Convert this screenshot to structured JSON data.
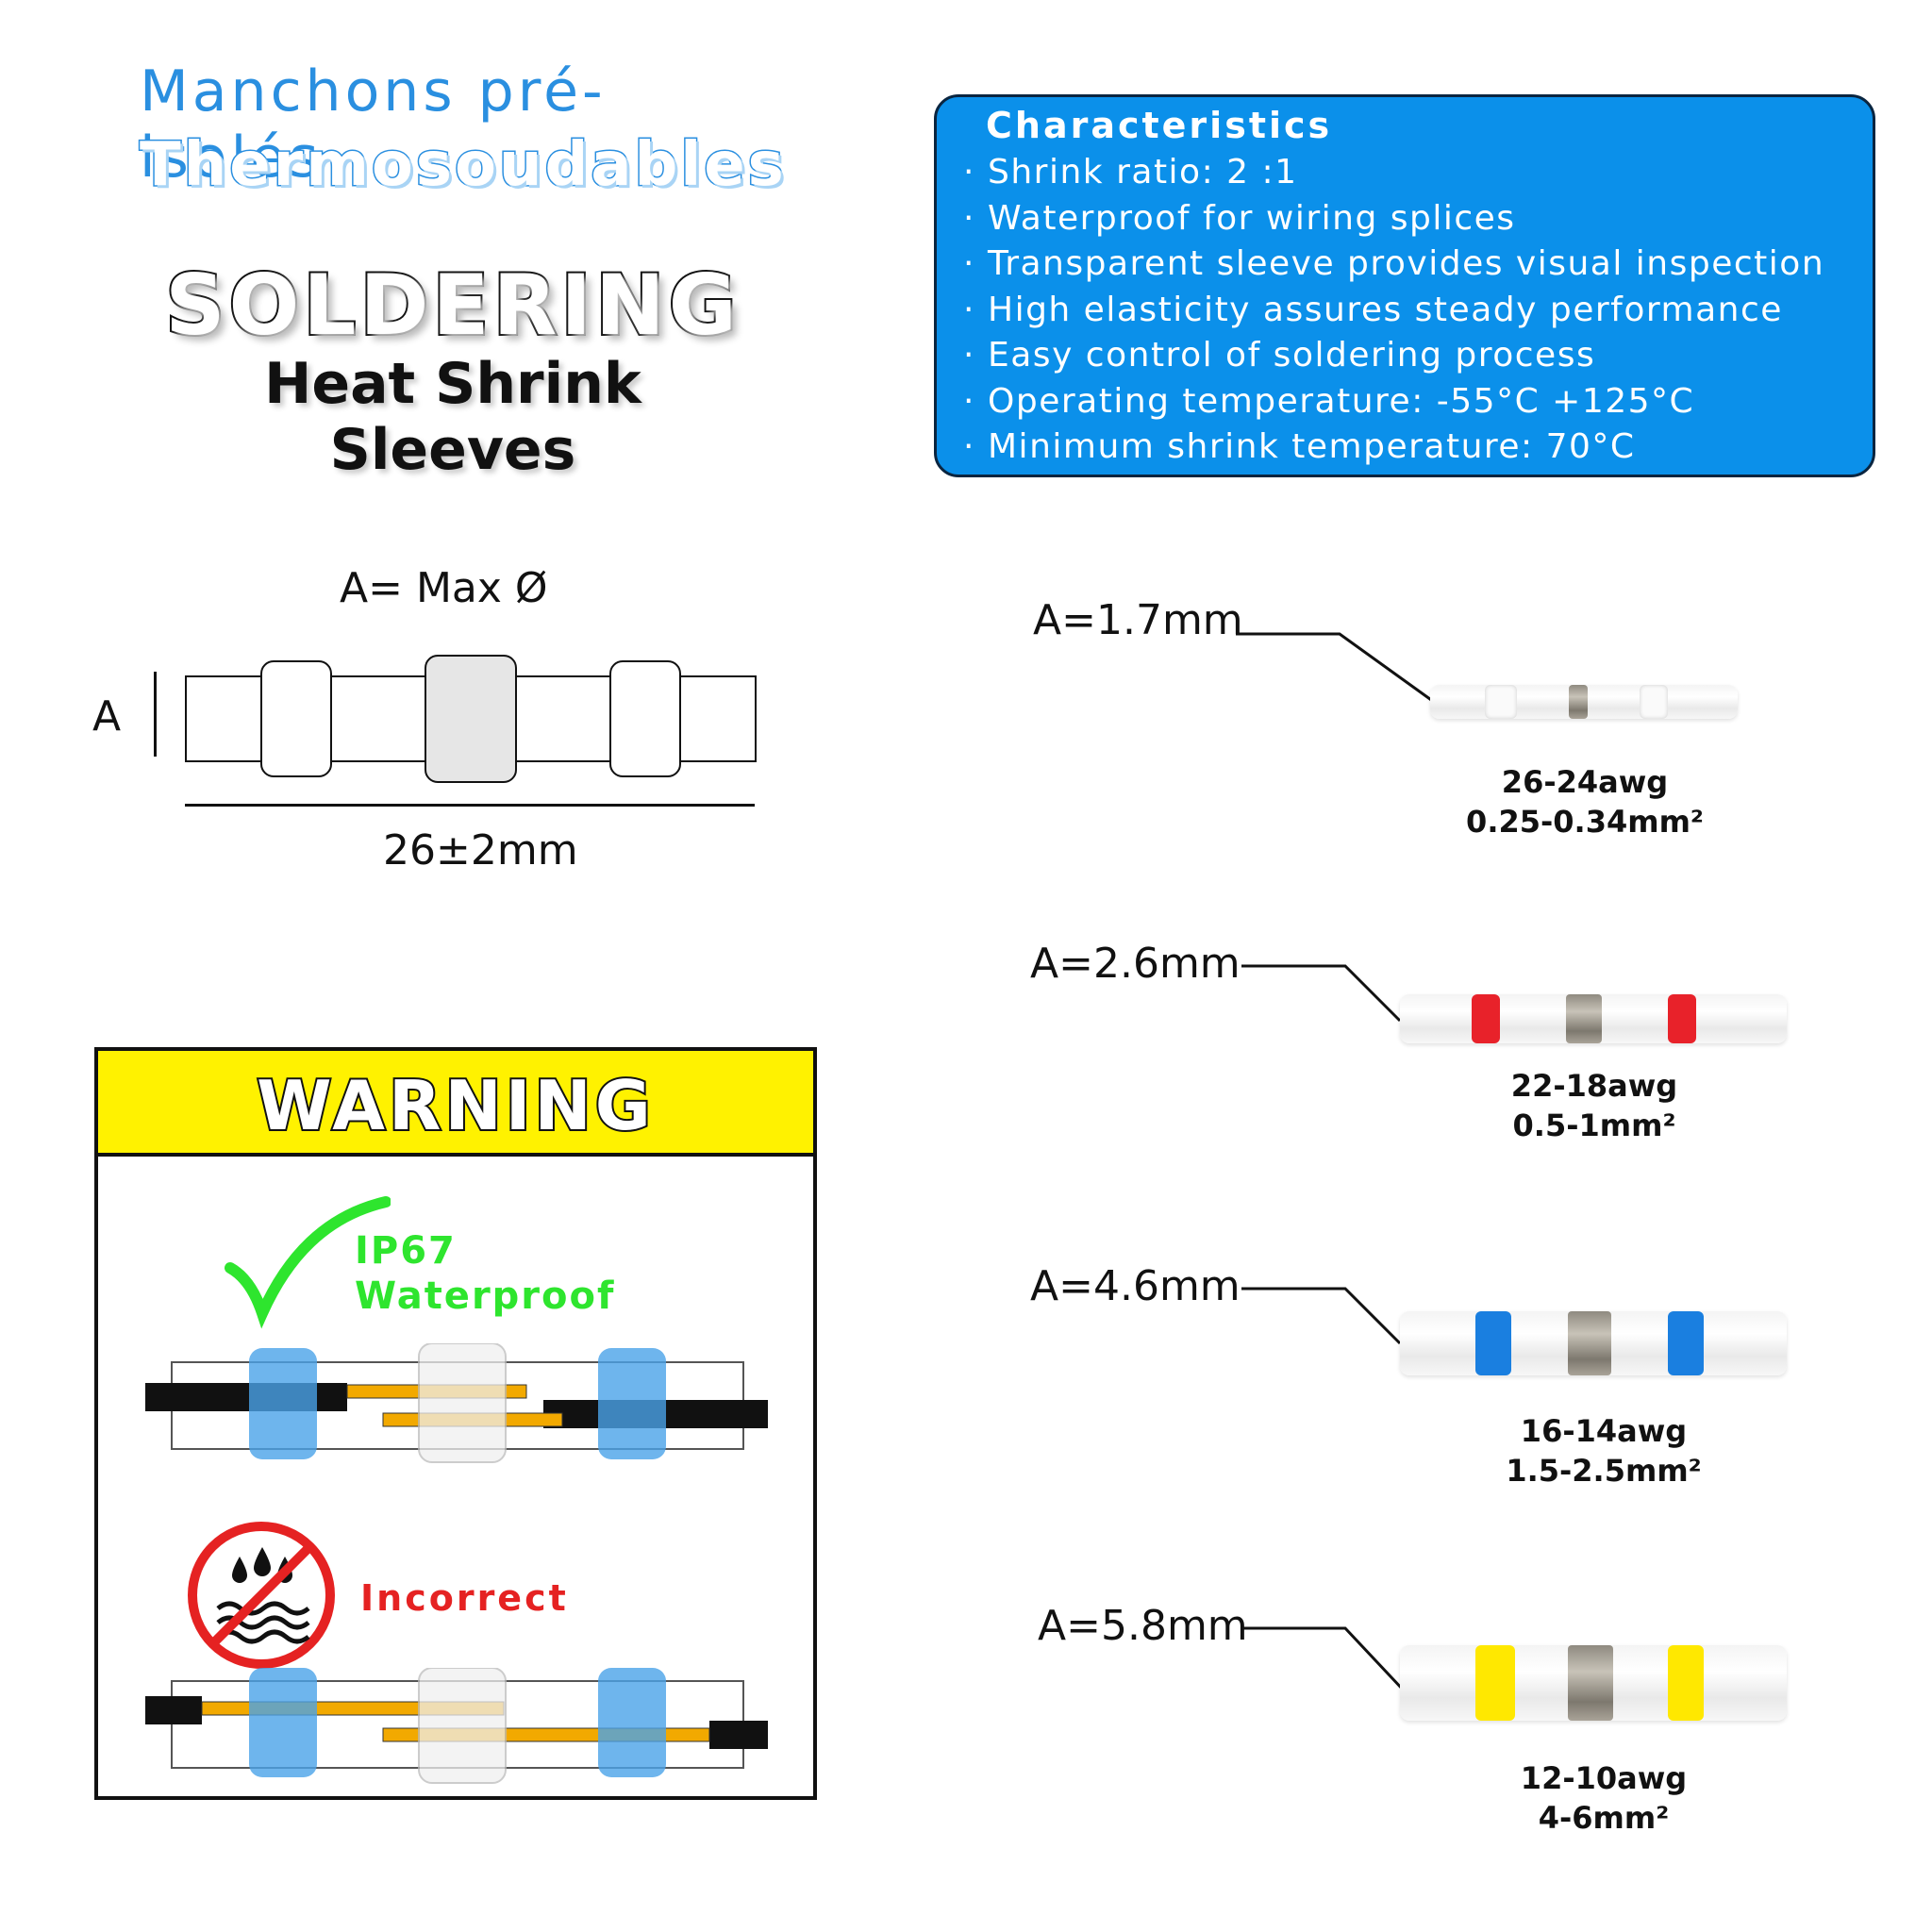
{
  "titles": {
    "fr_line1": "Manchons pré-isolés",
    "fr_line2": "Thermosoudables",
    "en_line1": "SOLDERING",
    "en_line2": "Heat Shrink Sleeves"
  },
  "characteristics": {
    "title": "Characteristics",
    "items": [
      "Shrink ratio: 2 :1",
      "Waterproof for wiring splices",
      "Transparent sleeve provides visual inspection",
      "High elasticity assures steady performance",
      "Easy control of soldering process",
      "Operating temperature:   -55°C +125°C",
      "Minimum shrink temperature: 70°C"
    ],
    "bullet": "·"
  },
  "dimension": {
    "max_label": "A= Max Ø",
    "a_label": "A",
    "length_label": "26±2mm"
  },
  "warning": {
    "title": "WARNING",
    "ok_line1": "IP67",
    "ok_line2": "Waterproof",
    "bad_label": "Incorrect"
  },
  "sizes": [
    {
      "a": "A=1.7mm",
      "awg": "26-24awg",
      "mm2": "0.25-0.34mm²",
      "band_color": "#f6f6f6"
    },
    {
      "a": "A=2.6mm",
      "awg": "22-18awg",
      "mm2": "0.5-1mm²",
      "band_color": "#e8222a"
    },
    {
      "a": "A=4.6mm",
      "awg": "16-14awg",
      "mm2": "1.5-2.5mm²",
      "band_color": "#1a7fe0"
    },
    {
      "a": "A=5.8mm",
      "awg": "12-10awg",
      "mm2": "4-6mm²",
      "band_color": "#ffe800"
    }
  ],
  "colors": {
    "title_blue": "#2a8fe0",
    "box_blue": "#0b90ea",
    "warning_yellow": "#fff200",
    "ok_green": "#2ee52e",
    "bad_red": "#e52222",
    "wire_orange": "#f2a900",
    "ring_blue": "#6fb8ee"
  },
  "icons": [
    "check-icon",
    "no-water-icon"
  ]
}
